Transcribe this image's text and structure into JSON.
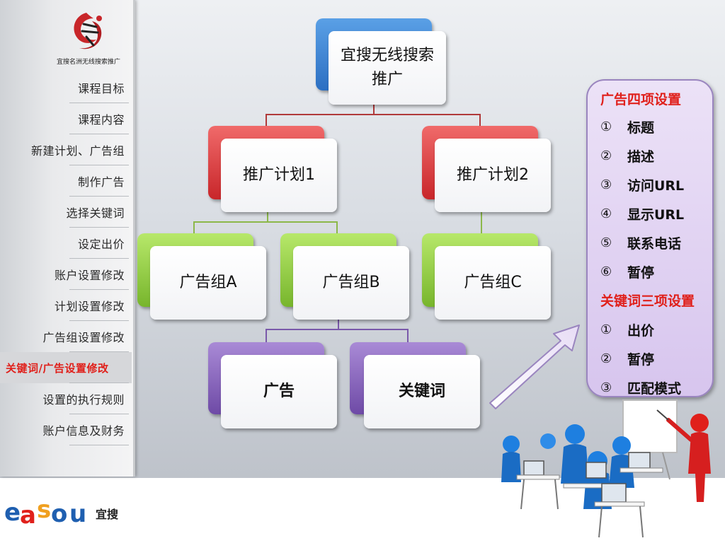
{
  "logo": {
    "tagline": "宜搜名洲无线搜索推广"
  },
  "sidebar": {
    "items": [
      {
        "label": "课程目标",
        "active": false
      },
      {
        "label": "课程内容",
        "active": false
      },
      {
        "label": "新建计划、广告组",
        "active": false
      },
      {
        "label": "制作广告",
        "active": false
      },
      {
        "label": "选择关键词",
        "active": false
      },
      {
        "label": "设定出价",
        "active": false
      },
      {
        "label": "账户设置修改",
        "active": false
      },
      {
        "label": "计划设置修改",
        "active": false
      },
      {
        "label": "广告组设置修改",
        "active": false
      },
      {
        "label": "关键词/广告设置修改",
        "active": true
      },
      {
        "label": "设置的执行规则",
        "active": false
      },
      {
        "label": "账户信息及财务",
        "active": false
      }
    ]
  },
  "brand": {
    "name": "easou",
    "cn_name": "宜搜"
  },
  "diagram": {
    "root": "宜搜无线搜索推广",
    "plans": [
      "推广计划1",
      "推广计划2"
    ],
    "groups": [
      "广告组A",
      "广告组B",
      "广告组C"
    ],
    "leaves": [
      "广告",
      "关键词"
    ],
    "colors": {
      "root": "#2c6fc2",
      "plan": "#c8262a",
      "group": "#77b52c",
      "leaf": "#6e4aa6"
    }
  },
  "panel": {
    "ad_heading": "广告四项设置",
    "ad_items": [
      {
        "num": "①",
        "label": "标题"
      },
      {
        "num": "②",
        "label": "描述"
      },
      {
        "num": "③",
        "label": "访问URL"
      },
      {
        "num": "④",
        "label": "显示URL"
      },
      {
        "num": "⑤",
        "label": "联系电话"
      },
      {
        "num": "⑥",
        "label": "暂停"
      }
    ],
    "kw_heading": "关键词三项设置",
    "kw_items": [
      {
        "num": "①",
        "label": "出价"
      },
      {
        "num": "②",
        "label": "暂停"
      },
      {
        "num": "③",
        "label": "匹配模式"
      }
    ]
  }
}
